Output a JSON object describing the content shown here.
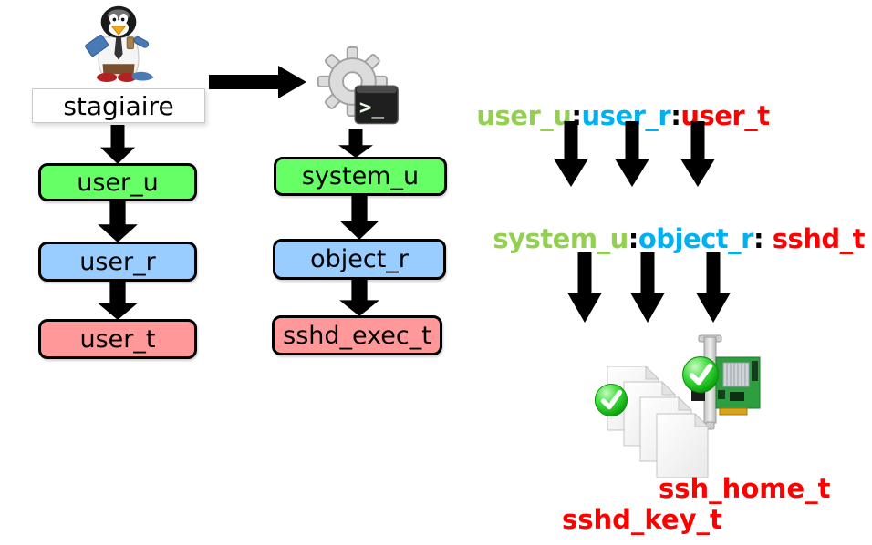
{
  "actor": {
    "icon": "tux-penguin",
    "label": "stagiaire"
  },
  "user_chain": [
    {
      "label": "user_u",
      "fill": "#66FF66"
    },
    {
      "label": "user_r",
      "fill": "#99CCFF"
    },
    {
      "label": "user_t",
      "fill": "#FF9999"
    }
  ],
  "process_chain": [
    {
      "label": "system_u",
      "fill": "#66FF66"
    },
    {
      "label": "object_r",
      "fill": "#99CCFF"
    },
    {
      "label": "sshd_exec_t",
      "fill": "#FF9999"
    }
  ],
  "context_line_1": {
    "segments": [
      {
        "text": "user_u",
        "color": "#92D050"
      },
      {
        "text": ":",
        "color": "#000000"
      },
      {
        "text": "user_r",
        "color": "#00B0F0"
      },
      {
        "text": ":",
        "color": "#000000"
      },
      {
        "text": "user_t",
        "color": "#FF0000"
      }
    ]
  },
  "context_line_2": {
    "segments": [
      {
        "text": "system_u",
        "color": "#92D050"
      },
      {
        "text": ":",
        "color": "#000000"
      },
      {
        "text": "object_r",
        "color": "#00B0F0"
      },
      {
        "text": ": ",
        "color": "#000000"
      },
      {
        "text": "sshd_t",
        "color": "#FF0000"
      }
    ]
  },
  "object_labels": [
    {
      "text": "ssh_home_t",
      "color": "#FF0000"
    },
    {
      "text": "sshd_key_t",
      "color": "#FF0000"
    }
  ],
  "icon_names": {
    "process": "gear-terminal",
    "files": "document-stack",
    "device": "network-card",
    "allowed": "green-check-badge"
  }
}
